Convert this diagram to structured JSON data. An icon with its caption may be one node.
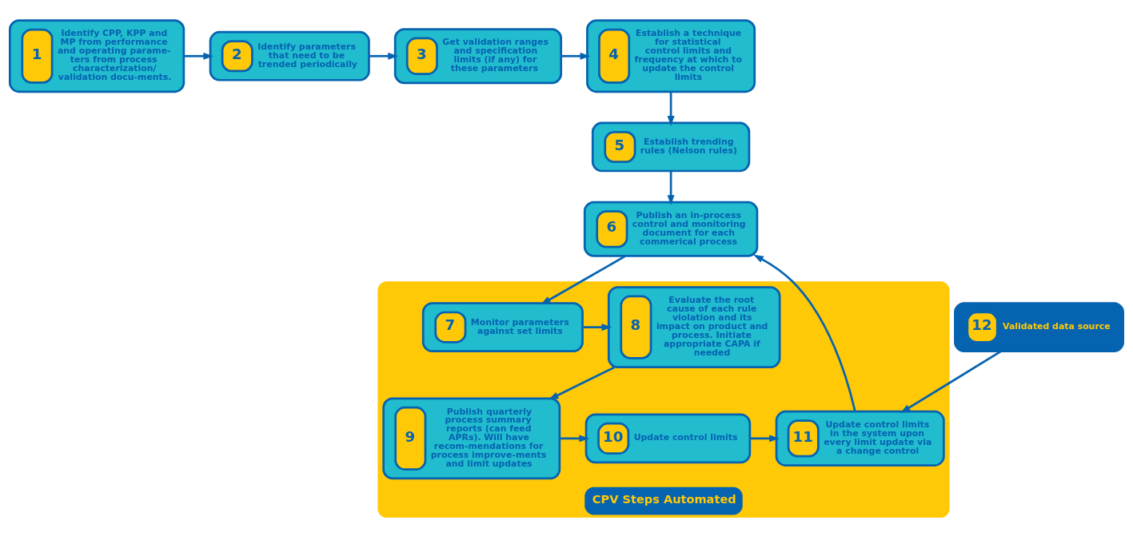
{
  "diagram": {
    "nodes": [
      {
        "text": [
          "1",
          "Identify CPP, KPP and MP from performance and operating parame-ters from process characterization/ validation docu-ments."
        ]
      },
      {
        "text": [
          "2",
          "Identify parameters that need to be trended periodically"
        ]
      },
      {
        "text": [
          "3",
          "Get validation ranges and specification limits (if any) for these parameters"
        ]
      },
      {
        "text": [
          "4",
          "Establish a technique for statistical control limits and frequency at which to update the control limits"
        ]
      },
      {
        "text": [
          "5",
          "Establish trending rules (Nelson rules)"
        ]
      },
      {
        "text": [
          "6",
          "Publish an in-process control and monitoring document for each commerical process"
        ]
      },
      {
        "text": [
          "CPV Steps Automated"
        ]
      },
      {
        "text": [
          "7",
          "Monitor parameters against set limits"
        ],
        "in": 6
      },
      {
        "text": [
          "8",
          "Evaluate the root cause of each rule violation and its impact on product and process. Initiate appropriate CAPA if needed"
        ],
        "in": 6
      },
      {
        "text": [
          "9",
          "Publish quarterly process summary reports (can feed APRs). Will have recom-mendations for process improve-ments and limit updates"
        ],
        "in": 6
      },
      {
        "text": [
          "10",
          "Update control limits"
        ],
        "in": 6
      },
      {
        "text": [
          "11",
          "Update control limits in the system upon every limit update via a change control"
        ],
        "in": 6
      },
      {
        "text": [
          "12",
          "Validated data source"
        ]
      }
    ],
    "edges": [
      {
        "from": 0,
        "to": 1,
        "arrow": "to"
      },
      {
        "from": 1,
        "to": 2,
        "arrow": "to"
      },
      {
        "from": 2,
        "to": 3,
        "arrow": "to"
      },
      {
        "from": 3,
        "to": 4,
        "arrow": "to"
      },
      {
        "from": 4,
        "to": 5,
        "arrow": "to"
      },
      {
        "from": 5,
        "to": 7,
        "arrow": "to"
      },
      {
        "from": 7,
        "to": 8,
        "arrow": "to"
      },
      {
        "from": 8,
        "to": 9,
        "arrow": "to"
      },
      {
        "from": 9,
        "to": 10,
        "arrow": "to"
      },
      {
        "from": 10,
        "to": 11,
        "arrow": "to"
      },
      {
        "from": 11,
        "to": 5,
        "arrow": "to"
      },
      {
        "from": 12,
        "to": 11,
        "arrow": "to"
      }
    ]
  }
}
